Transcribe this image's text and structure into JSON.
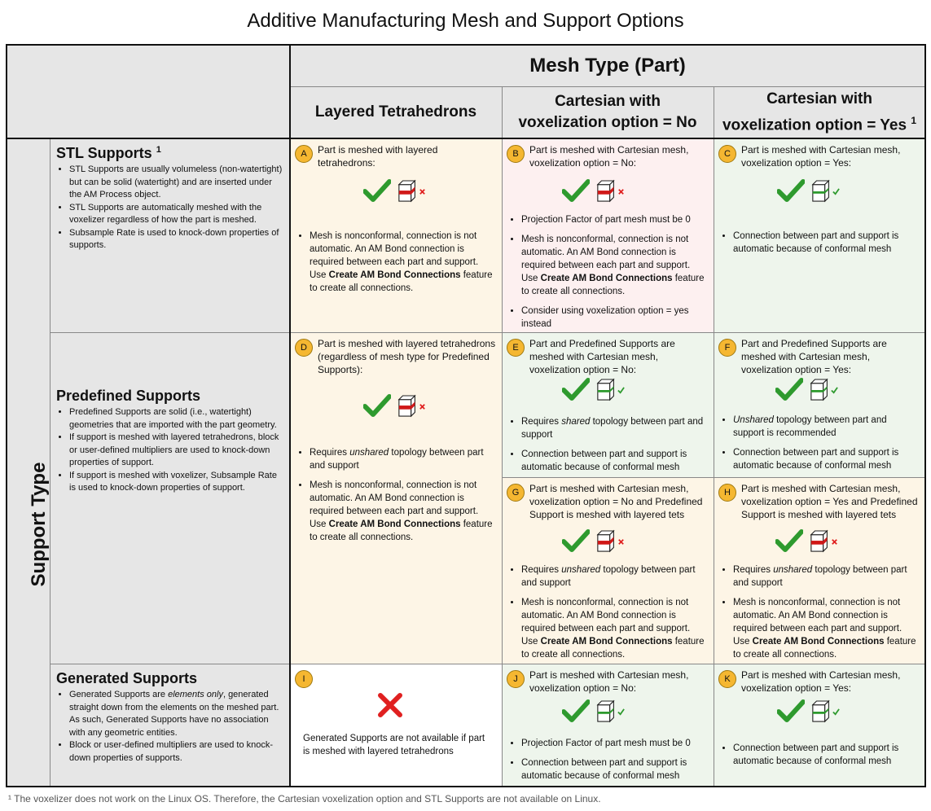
{
  "title": "Additive Manufacturing Mesh and Support Options",
  "mesh_type_header": "Mesh Type (Part)",
  "support_type_label": "Support Type",
  "columns": {
    "col1": "Layered Tetrahedrons",
    "col2_line1": "Cartesian with",
    "col2_line2": "voxelization option = No",
    "col3_line1": "Cartesian with",
    "col3_line2": "voxelization option = Yes",
    "col3_sup": "1"
  },
  "rows": {
    "stl": {
      "title": "STL Supports",
      "sup": "1",
      "bullets": [
        "STL Supports are usually volumeless (non-watertight) but can be solid (watertight) and are inserted under the AM Process object.",
        "STL Supports are automatically meshed with the voxelizer regardless of how the part is meshed.",
        "Subsample Rate is used to knock-down properties of supports."
      ]
    },
    "predefined": {
      "title": "Predefined Supports",
      "bullets": [
        "Predefined Supports are solid (i.e., watertight) geometries that are imported with the part geometry.",
        "If support is meshed with layered tetrahedrons, block or user-defined multipliers are used to knock-down properties of support.",
        "If support is meshed with voxelizer, Subsample Rate is used to knock-down properties of support."
      ]
    },
    "generated": {
      "title": "Generated Supports",
      "b1_pre": "Generated Supports are ",
      "b1_em": "elements only",
      "b1_post": ", generated straight down from the elements on the meshed part. As such, Generated Supports have no association with any geometric entities.",
      "b2": "Block or user-defined multipliers are used to knock-down properties of supports."
    }
  },
  "cells": {
    "A": {
      "badge": "A",
      "intro": "Part is meshed with layered tetrahedrons:",
      "b1": "Mesh is nonconformal, connection is not automatic. An AM Bond connection is required between each part and support. Use ",
      "b1_bold": "Create AM Bond Connections",
      "b1_post": " feature to create all connections."
    },
    "B": {
      "badge": "B",
      "intro": "Part is meshed with Cartesian mesh, voxelization option = No:",
      "b1": "Projection Factor of part mesh must be 0",
      "b2": "Mesh is nonconformal, connection is not automatic. An AM Bond connection is required between each part and support. Use ",
      "b2_bold": "Create AM Bond Connections",
      "b2_post": " feature to create all connections.",
      "b3": "Consider using voxelization option = yes instead"
    },
    "C": {
      "badge": "C",
      "intro": "Part is meshed with Cartesian mesh, voxelization option = Yes:",
      "b1": "Connection between part and support is automatic because of conformal mesh"
    },
    "D": {
      "badge": "D",
      "intro": "Part is meshed with layered tetrahedrons (regardless of mesh type for Predefined Supports):",
      "b1_pre": "Requires ",
      "b1_em": "unshared",
      "b1_post": " topology between part and support",
      "b2": "Mesh is nonconformal, connection is not automatic. An AM Bond connection is required between each part and support. Use ",
      "b2_bold": "Create AM Bond Connections",
      "b2_post": " feature to create all connections."
    },
    "E": {
      "badge": "E",
      "intro": "Part and Predefined Supports are meshed with Cartesian mesh, voxelization option = No:",
      "b1_pre": "Requires ",
      "b1_em": "shared",
      "b1_post": " topology between part and support",
      "b2": "Connection between part and support is automatic because of conformal mesh"
    },
    "F": {
      "badge": "F",
      "intro": "Part and Predefined Supports are meshed with Cartesian mesh, voxelization option = Yes:",
      "b1_em": "Unshared",
      "b1_post": " topology between part and support is recommended",
      "b2": "Connection between part and support is automatic because of conformal mesh"
    },
    "G": {
      "badge": "G",
      "intro": "Part is meshed with Cartesian mesh, voxelization option = No and Predefined Support is meshed with layered tets",
      "b1_pre": "Requires ",
      "b1_em": "unshared",
      "b1_post": " topology between part and support",
      "b2": "Mesh is nonconformal, connection is not automatic. An AM Bond connection is required between each part and support. Use ",
      "b2_bold": "Create AM Bond Connections",
      "b2_post": " feature to create all connections."
    },
    "H": {
      "badge": "H",
      "intro": "Part is meshed with Cartesian mesh, voxelization option = Yes and Predefined Support is meshed with layered tets",
      "b1_pre": "Requires ",
      "b1_em": "unshared",
      "b1_post": " topology between part and support",
      "b2": "Mesh is nonconformal, connection is not automatic. An AM Bond connection is required between each part and support. Use ",
      "b2_bold": "Create AM Bond Connections",
      "b2_post": " feature to create all connections."
    },
    "I": {
      "badge": "I",
      "text": "Generated Supports are not available if part is meshed with layered tetrahedrons"
    },
    "J": {
      "badge": "J",
      "intro": "Part is meshed with Cartesian mesh, voxelization option = No:",
      "b1": "Projection Factor of part mesh must be 0",
      "b2": "Connection between part and support is automatic because of conformal mesh"
    },
    "K": {
      "badge": "K",
      "intro": "Part is meshed with Cartesian mesh, voxelization option = Yes:",
      "b1": "Connection between part and support is automatic because of conformal mesh"
    }
  },
  "footnote": "¹ The voxelizer does not work on the Linux OS. Therefore, the Cartesian voxelization option and STL Supports are not available on Linux.",
  "icons": {
    "check": "green-check-icon",
    "conformal": "cube-green-band-icon",
    "nonconformal": "cube-red-band-icon",
    "big_x": "red-x-icon"
  },
  "colors": {
    "orange_cell": "#fdf5e6",
    "pink_cell": "#fdf0f0",
    "green_cell": "#eef5ec",
    "header_gray": "#e6e6e6",
    "badge": "#f5b731",
    "check_green": "#2e9a2e",
    "x_red": "#e02020"
  }
}
